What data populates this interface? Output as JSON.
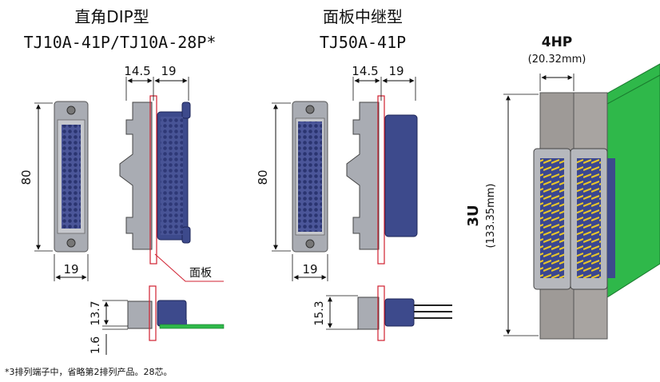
{
  "left_block": {
    "title": "直角DIP型",
    "model": "TJ10A-41P/TJ10A-28P*",
    "dim_front_width": "19",
    "dim_height": "80",
    "dim_side_a": "14.5",
    "dim_side_b": "19",
    "dim_bottom_a": "13.7",
    "dim_bottom_b": "1.6",
    "panel_label": "面板"
  },
  "mid_block": {
    "title": "面板中继型",
    "model": "TJ50A-41P",
    "dim_front_width": "19",
    "dim_height": "80",
    "dim_side_a": "14.5",
    "dim_side_b": "19",
    "dim_bottom": "15.3"
  },
  "right_block": {
    "width_label": "4HP",
    "width_mm": "(20.32mm)",
    "height_label": "3U",
    "height_mm": "(133.35mm)"
  },
  "footnote": "*3排列端子中，省略第2排列产品。28芯。",
  "colors": {
    "connector_blue": "#3d4a8c",
    "housing_gray": "#a9acb3",
    "panel_red": "#d02030",
    "pcb_green": "#2fb84a"
  }
}
